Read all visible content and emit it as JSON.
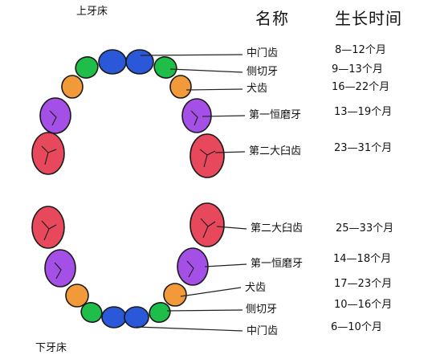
{
  "upper_label": "上牙床",
  "lower_label": "下牙床",
  "header": {
    "name": "名称",
    "time": "生长时间"
  },
  "colors": {
    "central_incisor": "#2a58d8",
    "lateral_incisor": "#1fbe4a",
    "canine": "#f29a3a",
    "first_molar": "#a44fe6",
    "second_molar": "#e8485c",
    "outline": "#1a1a1a",
    "leader_line": "#222222"
  },
  "upper": [
    {
      "tooth": "central_incisor",
      "name": "中门齿",
      "age": "8—12个月"
    },
    {
      "tooth": "lateral_incisor",
      "name": "侧切牙",
      "age": "9—13个月"
    },
    {
      "tooth": "canine",
      "name": "犬齿",
      "age": "16—22个月"
    },
    {
      "tooth": "first_molar",
      "name": "第一恒磨牙",
      "age": "13—19个月"
    },
    {
      "tooth": "second_molar",
      "name": "第二大臼齿",
      "age": "23—31个月"
    }
  ],
  "lower": [
    {
      "tooth": "second_molar",
      "name": "第二大臼齿",
      "age": "25—33个月"
    },
    {
      "tooth": "first_molar",
      "name": "第一恒磨牙",
      "age": "14—18个月"
    },
    {
      "tooth": "canine",
      "name": "犬齿",
      "age": "17—23个月"
    },
    {
      "tooth": "lateral_incisor",
      "name": "侧切牙",
      "age": "10—16个月"
    },
    {
      "tooth": "central_incisor",
      "name": "中门齿",
      "age": "6—10个月"
    }
  ]
}
